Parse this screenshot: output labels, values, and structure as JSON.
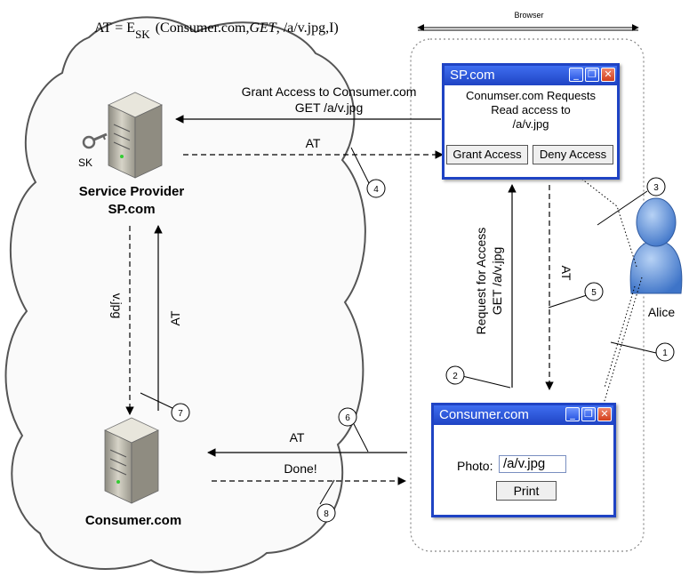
{
  "formula": {
    "lhs": "AT = E",
    "sub": "SK",
    "args_pre": "(Consumer.com,",
    "args_get": "GET",
    "args_post": ", /a/v.jpg,I)"
  },
  "browser_label": "Browser",
  "service_provider": {
    "line1": "Service Provider",
    "line2": "SP.com",
    "key_label": "SK"
  },
  "consumer": {
    "label": "Consumer.com"
  },
  "user": {
    "name": "Alice"
  },
  "arrows": {
    "grant_line1": "Grant Access to Consumer.com",
    "grant_line2": "GET /a/v.jpg",
    "at_top": "AT",
    "v_jpg": "v.jpg",
    "at_left": "AT",
    "request_line1": "Request for Access",
    "request_line2": "GET /a/v.jpg",
    "at_vertical": "AT",
    "at_bottom": "AT",
    "done": "Done!"
  },
  "steps": [
    "1",
    "2",
    "3",
    "4",
    "5",
    "6",
    "7",
    "8"
  ],
  "sp_window": {
    "title": "SP.com",
    "message_line1": "Conumser.com Requests",
    "message_line2": "Read access to",
    "message_line3": "/a/v.jpg",
    "grant_button": "Grant Access",
    "deny_button": "Deny Access"
  },
  "consumer_window": {
    "title": "Consumer.com",
    "photo_label": "Photo:",
    "photo_value": "/a/v.jpg",
    "print_button": "Print"
  }
}
